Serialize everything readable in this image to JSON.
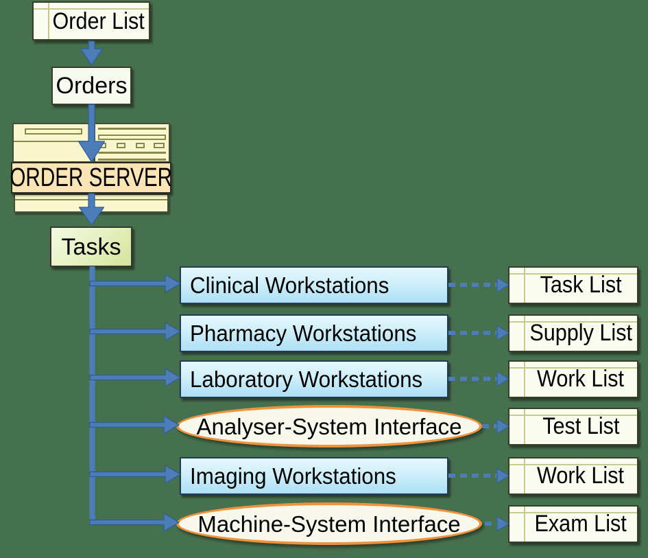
{
  "background": "#46714E",
  "colors": {
    "arrow_fill": "#4C7DB8",
    "arrow_edge": "#2F5E94",
    "paper_yellow": "#FAF7CF",
    "list_box_fill": "#FBFCF0",
    "order_server_band": "#FBE4B5",
    "decor_olive": "#85894C",
    "list_icon_olive": "#C6CB8B",
    "workstation_blue_top": "#E6F7FD",
    "workstation_blue_bottom": "#ACDFF4",
    "tasks_green_top": "#F4FAE2",
    "tasks_green_bottom": "#D4E49B",
    "interface_ellipse_stroke": "#F0913B",
    "interface_ellipse_fill": "#F8F9EC"
  },
  "flow": {
    "order_list_label": "Order List",
    "orders_label": "Orders",
    "server_label": "ORDER SERVER",
    "tasks_label": "Tasks"
  },
  "rows": [
    {
      "target": "Clinical Workstations",
      "shape": "rect",
      "list": "Task List"
    },
    {
      "target": "Pharmacy Workstations",
      "shape": "rect",
      "list": "Supply List"
    },
    {
      "target": "Laboratory Workstations",
      "shape": "rect",
      "list": "Work List"
    },
    {
      "target": "Analyser-System Interface",
      "shape": "ellipse",
      "list": "Test List"
    },
    {
      "target": "Imaging Workstations",
      "shape": "rect",
      "list": "Work List"
    },
    {
      "target": "Machine-System Interface",
      "shape": "ellipse",
      "list": "Exam List"
    }
  ]
}
